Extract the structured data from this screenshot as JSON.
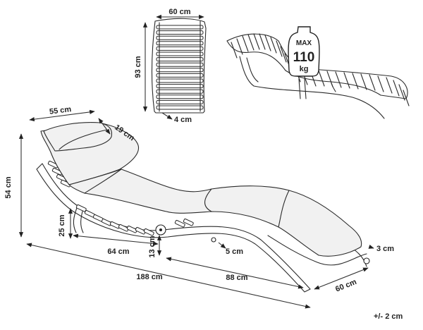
{
  "dimensions": {
    "top_width": "60 cm",
    "top_height": "93 cm",
    "top_thickness": "4 cm",
    "pillow_width": "55 cm",
    "pillow_depth": "19 cm",
    "total_height": "54 cm",
    "leg_height": "25 cm",
    "back_section": "64 cm",
    "ground_clearance": "13 cm",
    "total_length": "188 cm",
    "front_section": "88 cm",
    "rod_offset": "5 cm",
    "foot_height": "3 cm",
    "side_width": "60 cm"
  },
  "load": {
    "max_label": "MAX",
    "value": "110",
    "unit": "kg"
  },
  "tolerance": "+/- 2 cm"
}
